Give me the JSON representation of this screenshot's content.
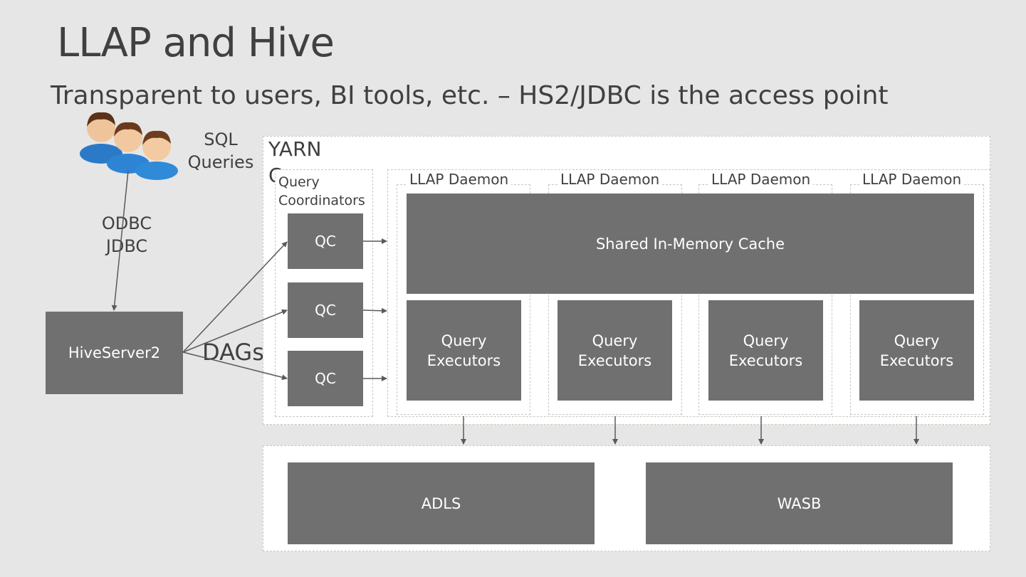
{
  "slide": {
    "title": "LLAP and Hive",
    "subtitle": "Transparent to users, BI tools, etc. – HS2/JDBC is the access point"
  },
  "client": {
    "icon": "users-icon",
    "sql_line1": "SQL",
    "sql_line2": "Queries",
    "odbc": "ODBC",
    "jdbc": "JDBC"
  },
  "hiveserver": {
    "label": "HiveServer2"
  },
  "dags_label": "DAGs",
  "yarn": {
    "label": "YARN",
    "clipped_text": "C"
  },
  "coordinators": {
    "label_line1": "Query",
    "label_line2": "Coordinators",
    "qc": [
      "QC",
      "QC",
      "QC"
    ]
  },
  "daemons": [
    "LLAP Daemon",
    "LLAP Daemon",
    "LLAP Daemon",
    "LLAP Daemon"
  ],
  "cache": {
    "label": "Shared In-Memory Cache"
  },
  "executors": [
    {
      "line1": "Query",
      "line2": "Executors"
    },
    {
      "line1": "Query",
      "line2": "Executors"
    },
    {
      "line1": "Query",
      "line2": "Executors"
    },
    {
      "line1": "Query",
      "line2": "Executors"
    }
  ],
  "storage": [
    "ADLS",
    "WASB"
  ],
  "colors": {
    "background": "#e6e6e6",
    "box": "#707070",
    "text": "#404040",
    "panel": "#ffffff"
  }
}
